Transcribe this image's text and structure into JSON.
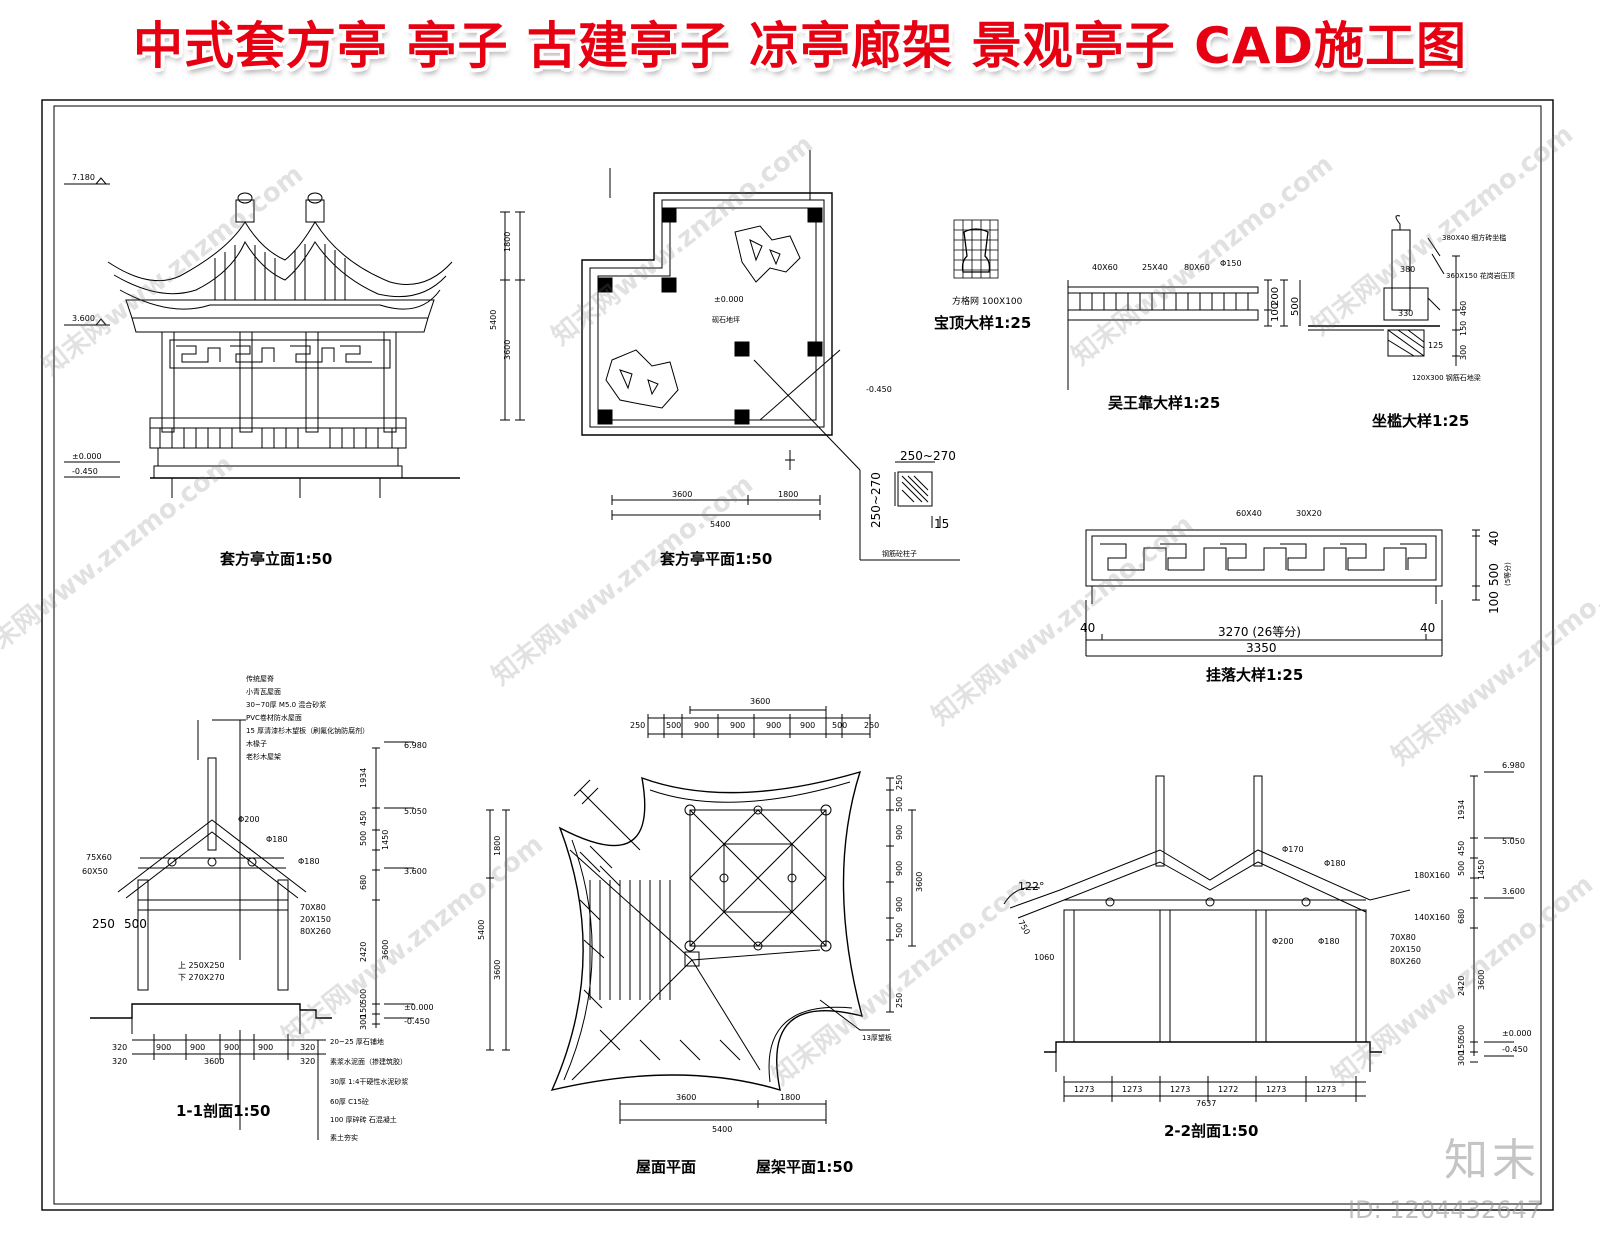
{
  "banner": {
    "title": "中式套方亭 亭子 古建亭子 凉亭廊架 景观亭子 CAD施工图",
    "color": "#e60012"
  },
  "drawings": {
    "elevation": {
      "title": "套方亭立面1:50",
      "levels": [
        "7.180",
        "3.600",
        "±0.000",
        "-0.450"
      ]
    },
    "plan": {
      "title": "套方亭平面1:50",
      "dims": [
        "1800",
        "3600",
        "5400",
        "3600",
        "1800",
        "5400"
      ],
      "notes": [
        "±0.000",
        "砚石地坪",
        "-0.450",
        "钢筋砼柱子"
      ],
      "column_dims": [
        "250~270",
        "250~270",
        "15"
      ]
    },
    "finial": {
      "title": "宝顶大样1:25",
      "note": "方格网 100X100"
    },
    "wuwang_seat": {
      "title": "吴王靠大样1:25",
      "dims": [
        "40X60",
        "25X40",
        "80X60",
        "Φ150",
        "200",
        "100",
        "500"
      ]
    },
    "seat_sill": {
      "title": "坐槛大样1:25",
      "dims": [
        "380X40 细方砖坐槛",
        "380",
        "360X150 花岗岩压顶",
        "330",
        "460",
        "150",
        "300",
        "125",
        "120X300 钢筋石地梁"
      ]
    },
    "hanging": {
      "title": "挂落大样1:25",
      "dims": [
        "60X40",
        "30X20",
        "40",
        "3270 (26等分)",
        "40",
        "3350",
        "500",
        "40",
        "(5等分)",
        "100"
      ]
    },
    "section11": {
      "title": "1-1剖面1:50",
      "layers": [
        "传统屋脊",
        "小青瓦屋面",
        "30~70厚 M5.0 混合砂浆",
        "PVC卷材防水屋面",
        "15 厚清漆杉木望板（刷氟化钠防腐剂）",
        "木椽子",
        "老杉木屋架"
      ],
      "members": [
        "Φ200",
        "Φ180",
        "Φ180",
        "75X60",
        "60X50",
        "70X80",
        "20X150",
        "80X260",
        "250",
        "500",
        "上 250X250",
        "下 270X270"
      ],
      "levels": [
        "6.980",
        "5.050",
        "3.600",
        "±0.000",
        "-0.450"
      ],
      "vdims": [
        "1934",
        "450",
        "500",
        "680",
        "1450",
        "3600",
        "2420",
        "500",
        "150",
        "300"
      ],
      "hdims": [
        "320",
        "900",
        "900",
        "900",
        "900",
        "320",
        "320",
        "3600",
        "320"
      ],
      "base": [
        "20~25 厚石铺地",
        "素浆水泥面（掺建筑胶）",
        "30厚 1:4干硬性水泥砂浆",
        "60厚 C15砼",
        "100 厚碎砖  石混凝土",
        "素土夯实"
      ]
    },
    "roof": {
      "title_left": "屋面平面",
      "title_right": "屋架平面1:50",
      "top_dims": [
        "3600",
        "250",
        "500",
        "900",
        "900",
        "900",
        "900",
        "500",
        "250"
      ],
      "right_dims": [
        "250",
        "500",
        "900",
        "900",
        "900",
        "500",
        "250",
        "3600"
      ],
      "left_dims": [
        "1800",
        "5400",
        "3600"
      ],
      "bottom_dims": [
        "3600",
        "1800",
        "5400"
      ],
      "note": "13厚望板"
    },
    "section22": {
      "title": "2-2剖面1:50",
      "members": [
        "Φ170",
        "Φ180",
        "Φ200",
        "Φ180",
        "180X160",
        "140X160",
        "70X80",
        "20X150",
        "80X260",
        "122°",
        "750",
        "1060"
      ],
      "levels": [
        "6.980",
        "5.050",
        "3.600",
        "±0.000",
        "-0.450"
      ],
      "vdims": [
        "1934",
        "450",
        "500",
        "680",
        "1450",
        "3600",
        "2420",
        "500",
        "150",
        "300"
      ],
      "hdims": [
        "1273",
        "1273",
        "1273",
        "1272",
        "1273",
        "1273",
        "7637"
      ]
    }
  },
  "watermark": {
    "text": "知末网www.znzmo.com",
    "logo": "知末",
    "id": "ID: 1204432647"
  }
}
